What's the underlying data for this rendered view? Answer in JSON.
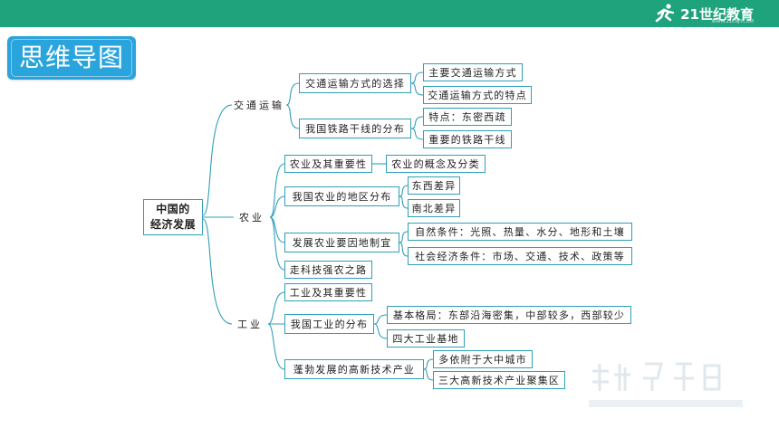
{
  "header": {
    "brand": "21世纪教育",
    "brand_sub": "WWW.21CNJY.COM",
    "accent": "#1fa37d"
  },
  "title": "思维导图",
  "title_color": "#2aa4dd",
  "line_color": "#2f9fb8",
  "mindmap": {
    "root": {
      "line1": "中国的",
      "line2": "经济发展"
    },
    "transport": {
      "label": "交通运输",
      "mode_choice": {
        "label": "交通运输方式的选择",
        "items": [
          "主要交通运输方式",
          "交通运输方式的特点"
        ]
      },
      "railway": {
        "label": "我国铁路干线的分布",
        "items": [
          "特点：东密西疏",
          "重要的铁路干线"
        ]
      }
    },
    "agriculture": {
      "label": "农业",
      "importance": {
        "label": "农业及其重要性",
        "items": [
          "农业的概念及分类"
        ]
      },
      "regions": {
        "label": "我国农业的地区分布",
        "items": [
          "东西差异",
          "南北差异"
        ]
      },
      "local": {
        "label": "发展农业要因地制宜",
        "items": [
          "自然条件：光照、热量、水分、地形和土壤",
          "社会经济条件：市场、交通、技术、政策等"
        ]
      },
      "science": {
        "label": "走科技强农之路"
      }
    },
    "industry": {
      "label": "工业",
      "importance": {
        "label": "工业及其重要性"
      },
      "distribution": {
        "label": "我国工业的分布",
        "items": [
          "基本格局：东部沿海密集，中部较多，西部较少",
          "四大工业基地"
        ]
      },
      "hightech": {
        "label": "蓬勃发展的高新技术产业",
        "items": [
          "多依附于大中城市",
          "三大高新技术产业聚集区"
        ]
      }
    }
  }
}
